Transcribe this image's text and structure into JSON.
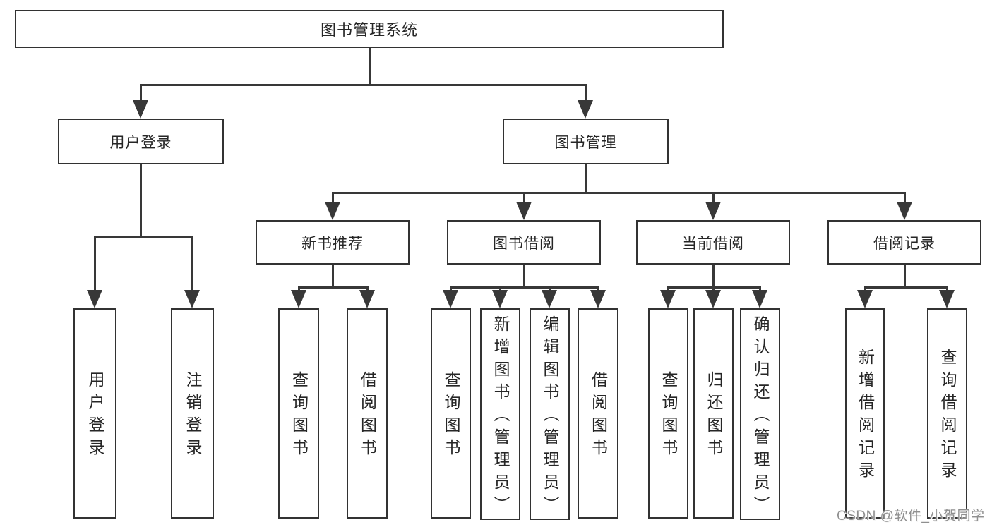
{
  "diagram": {
    "title": "图书管理系统",
    "root": {
      "label": "图书管理系统"
    },
    "level2": [
      {
        "label": "用户登录"
      },
      {
        "label": "图书管理"
      }
    ],
    "level3": [
      {
        "label": "新书推荐"
      },
      {
        "label": "图书借阅"
      },
      {
        "label": "当前借阅"
      },
      {
        "label": "借阅记录"
      }
    ],
    "leaves": [
      {
        "label": "用户登录",
        "parent": "用户登录"
      },
      {
        "label": "注销登录",
        "parent": "用户登录"
      },
      {
        "label": "查询图书",
        "parent": "新书推荐"
      },
      {
        "label": "借阅图书",
        "parent": "新书推荐"
      },
      {
        "label": "查询图书",
        "parent": "图书借阅"
      },
      {
        "label": "新增图书（管理员）",
        "parent": "图书借阅"
      },
      {
        "label": "编辑图书（管理员）",
        "parent": "图书借阅"
      },
      {
        "label": "借阅图书",
        "parent": "图书借阅"
      },
      {
        "label": "查询图书",
        "parent": "当前借阅"
      },
      {
        "label": "归还图书",
        "parent": "当前借阅"
      },
      {
        "label": "确认归还（管理员）",
        "parent": "当前借阅"
      },
      {
        "label": "新增借阅记录",
        "parent": "借阅记录"
      },
      {
        "label": "查询借阅记录",
        "parent": "借阅记录"
      }
    ]
  },
  "watermark": {
    "text": "CSDN @软件_小贺同学"
  },
  "colors": {
    "background": "#ffffff",
    "box_border": "#323232",
    "connector_line": "#383838",
    "text": "#262626",
    "watermark_text": "#8f8f8f"
  }
}
